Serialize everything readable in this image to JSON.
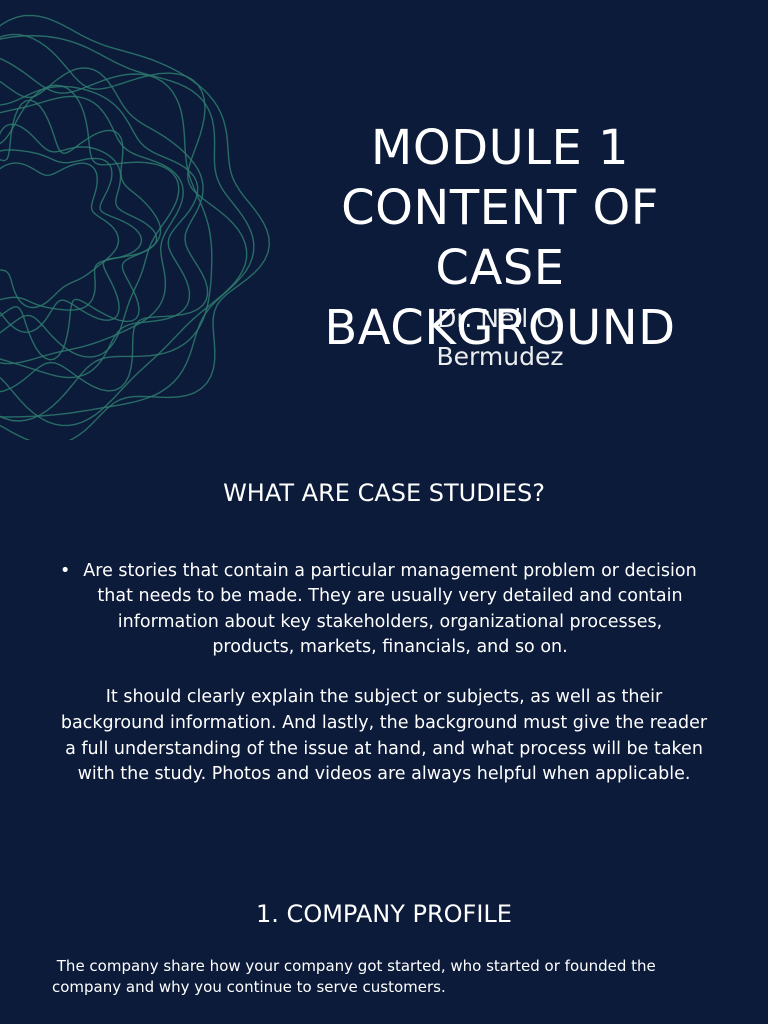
{
  "title_slide": {
    "title_lines": [
      "MODULE 1",
      "CONTENT OF",
      "CASE",
      "BACKGROUND"
    ],
    "author_lines": [
      "Dr. Neil O.",
      "Bermudez"
    ]
  },
  "section_what": {
    "heading": "WHAT ARE CASE STUDIES?",
    "bullet_symbol": "•",
    "bullet_lines": [
      "Are stories that contain a particular management problem or decision",
      "that needs to be made. They are usually very detailed and contain",
      "information about key stakeholders, organizational processes,",
      "products, markets, financials, and so on."
    ],
    "paragraph_lines": [
      "It should clearly explain the subject or subjects, as well as their",
      "background information. And lastly, the background must give the reader",
      "a full understanding of the issue at hand, and what process will be taken",
      "with the study. Photos and videos are always helpful when applicable."
    ]
  },
  "section_profile": {
    "heading": "1. COMPANY PROFILE",
    "text_lines": [
      " The company share how your company got started, who started or founded the",
      "company and why you continue to serve customers."
    ]
  },
  "colors": {
    "background": "#0c1b3a",
    "text": "#ffffff",
    "decor_lines": "#2e7a6e"
  }
}
